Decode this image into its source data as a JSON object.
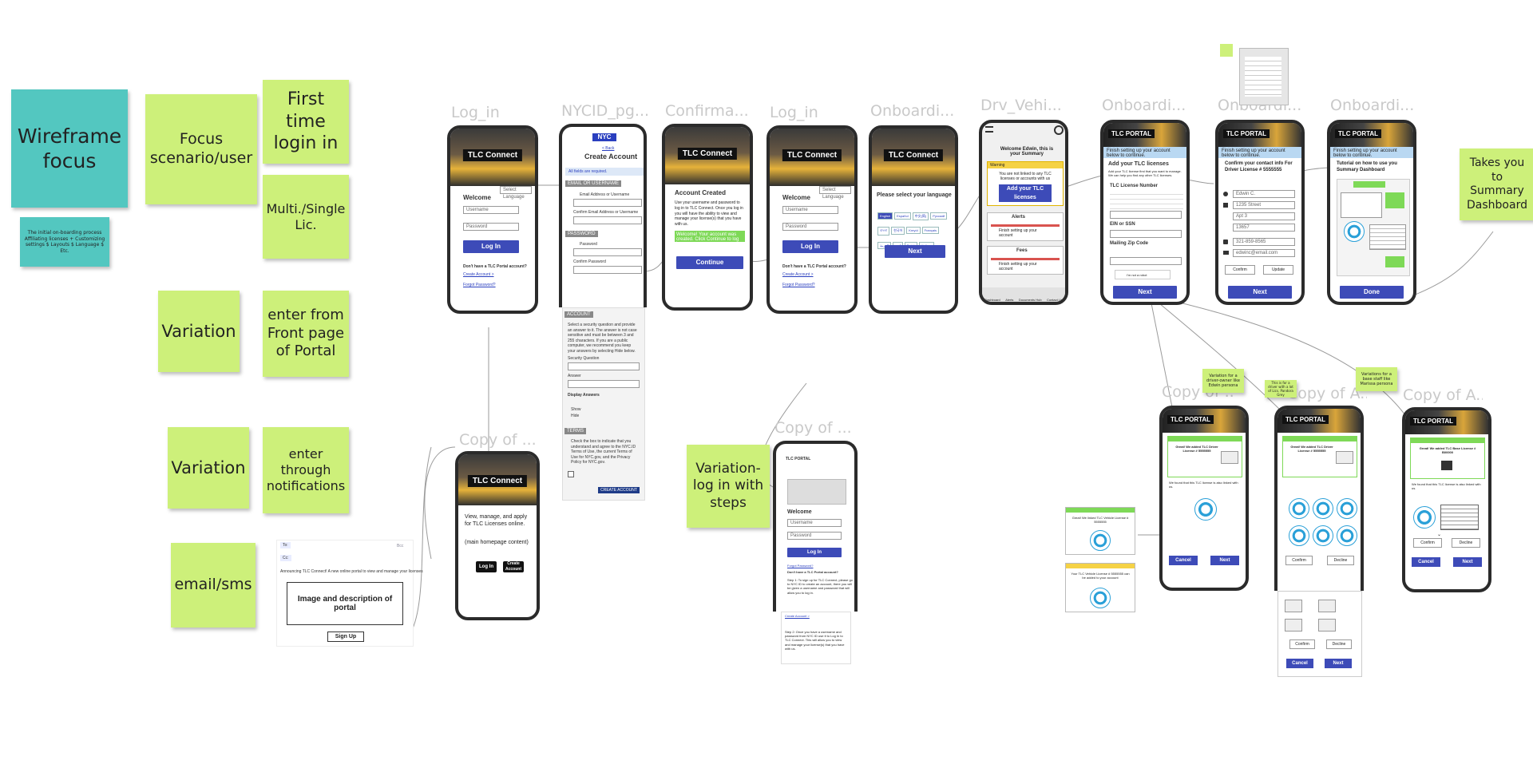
{
  "stickies": {
    "wireframe_focus": "Wireframe focus",
    "wireframe_note": "The initial on-boarding process Affiliating licenses + Customizing settings $ Layouts $ Language $ Etc.",
    "focus_scenario": "Focus scenario/user",
    "first_time": "First time login in",
    "multi_single": "Multi./Single Lic.",
    "variation1": "Variation",
    "enter_front": "enter from Front page of Portal",
    "variation2": "Variation",
    "enter_notif": "enter through notifications",
    "email_sms": "email/sms",
    "variation_steps": "Variation- log in with steps",
    "takes_you": "Takes you to Summary Dashboard",
    "var_driver_owner": "Variation for a driver-owner like Edwin persona",
    "var_driver_lic": "This is for a driver with a lot of Lics. Pandora Grey",
    "var_base_staff": "Variations for a base staff like Marissa persona"
  },
  "frame_titles": {
    "login1": "Log_in",
    "nycid": "NYCID_pg...",
    "confirm": "Confirma...",
    "login2": "Log_in",
    "onboard1": "Onboardi...",
    "drv_vehi": "Drv_Vehi...",
    "onboard2": "Onboardi...",
    "onboard3": "Onboardi...",
    "onboard4": "Onboardi...",
    "copy1": "Copy of ...",
    "copy2": "Copy of ...",
    "copy3": "Copy of ...",
    "copy4": "Copy of A...",
    "copy5": "Copy of A..."
  },
  "common": {
    "tlc_connect": "TLC Connect",
    "tlc_portal": "TLC PORTAL",
    "welcome": "Welcome",
    "username": "Username",
    "password": "Password",
    "log_in": "Log In",
    "no_account": "Don't have a TLC Portal account?",
    "create_account_link": "Create Account >",
    "forgot_password": "Forgot Password?",
    "next": "Next",
    "cancel": "Cancel",
    "confirm": "Confirm",
    "decline": "Decline",
    "select_language": "Select Language"
  },
  "nycid": {
    "logo": "NYC",
    "back": "< Back",
    "title": "Create Account",
    "required": "All fields are required.",
    "email_section": "EMAIL OR USERNAME",
    "email_field": "Email Address or Username",
    "confirm_email": "Confirm Email Address or Username",
    "password_section": "PASSWORD",
    "password_field": "Password",
    "confirm_password": "Confirm Password",
    "account_section": "ACCOUNT",
    "security_text": "Select a security question and provide an answer to it. The answer is not case sensitive and must be between 3 and 255 characters. If you are a public computer, we recommend you keep your answers by selecting Hide below.",
    "security_question": "Security Question",
    "answer": "Answer",
    "display_answers": "Display Answers",
    "show": "Show",
    "hide": "Hide",
    "terms_section": "TERMS",
    "terms_text": "Check the box to indicate that you understand and agree to the NYC.ID Terms of Use, the current Terms of Use for NYC.gov, and the Privacy Policy for NYC.gov.",
    "create_btn": "CREATE ACCOUNT"
  },
  "confirm": {
    "title": "Account Created",
    "body": "Use your username and password to log in to TLC Connect. Once you log in you will have the ability to view and manage your license(s) that you have with us.",
    "banner": "Welcome! Your account was created. Click Continue to log in.",
    "continue": "Continue"
  },
  "language": {
    "title": "Please select your language",
    "options": [
      "English",
      "Español",
      "中文(简)",
      "Русский",
      "বাংলা",
      "한국어",
      "Kreyòl",
      "Français",
      "العربية",
      "اردو",
      "Polski",
      "Italiano"
    ]
  },
  "drv_vehi": {
    "welcome": "Welcome Edwin, this is your Summary",
    "warning_title": "Warning",
    "warning_text": "You are not linked to any TLC licenses or accounts with us",
    "add_btn": "Add your TLC licenses",
    "alerts": "Alerts",
    "alert_text": "Finish setting up your account",
    "fees": "Fees",
    "fee_text": "Finish setting up your account",
    "nav": [
      "Dashboard",
      "Alerts",
      "Documents Hub",
      "Contact Us"
    ]
  },
  "onboard2": {
    "banner": "Finish setting up your account below to continue.",
    "title": "Add your TLC licenses",
    "intro": "Add your TLC license first that you want to manage. We can help you find any other TLC licenses.",
    "tlc_num": "TLC License Number",
    "ein_ssn": "EIN or SSN",
    "mailing_zip": "Mailing Zip Code",
    "captcha": "I'm not a robot"
  },
  "onboard3": {
    "banner": "Finish setting up your account below to continue.",
    "title": "Confirm your contact info For Driver License # 5555555",
    "name": "Edwin C.",
    "street": "1235 Street",
    "apt": "Apt 3",
    "zip": "13657",
    "phone": "321-859-8565",
    "email": "edwinc@email.com",
    "update": "Update"
  },
  "onboard4": {
    "banner": "Finish setting up your account below to continue.",
    "title": "Tutorial on how to use you Summary Dashboard",
    "done": "Done"
  },
  "copy_login": {
    "body": "View, manage, and apply for TLC Licenses online.",
    "homepage": "(main homepage content)",
    "log_in": "Log In",
    "create": "Create Account"
  },
  "copy_steps": {
    "portal": "TLC PORTAL",
    "step1": "Step 1: To sign up for TLC Connect, please go to NYC ID to create an account, there you will be given a username and password that will allow you to log in.",
    "step2": "Step 2: Once you have a username and password from NYC ID use it to Log In to TLC Connect. This will allow you to view and manage your license(s) that you have with us."
  },
  "email_panel": {
    "to": "To:",
    "cc": "Cc:",
    "cc_right": "Bcc",
    "intro": "Announcing TLC Connect! A new online portal to view and manage your licenses",
    "box": "Image and description of portal",
    "signup": "Sign Up"
  },
  "copy_a": {
    "great": "Great! We added TLC Driver License # 5555555",
    "great_base": "Great! We added TLC Base License # B00000",
    "found": "We found that this TLC license is also linked with us.",
    "side_great": "Great! We linked TLC Vehicle License # 5555555",
    "side_warn": "Your TLC Vehicle License # 5555555 can be added to your account"
  }
}
